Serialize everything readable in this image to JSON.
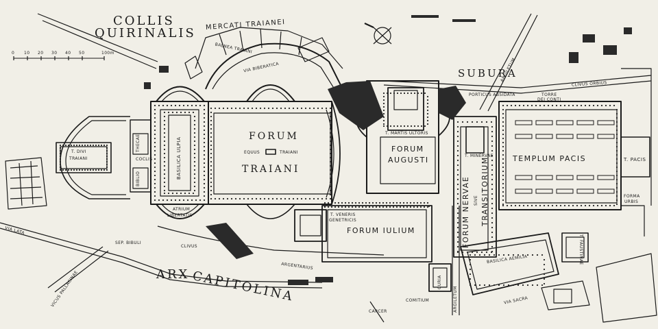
{
  "colors": {
    "paper": "#f1efe7",
    "ink": "#1a1a1a",
    "fill": "#2a2a2a"
  },
  "hills": {
    "quirinal_line1": "COLLIS",
    "quirinal_line2": "QUIRINALIS",
    "capitol_line1": "ARX",
    "capitol_line2": "CAPITOLINA"
  },
  "areas": {
    "subura": "SUBURA",
    "mercati": "MERCATI TRAIANEI",
    "forum_traiani_1": "FORUM",
    "forum_traiani_2": "TRAIANI",
    "equus": "EQUUS",
    "traiani_small": "TRAIANI",
    "forum_augusti_1": "FORUM",
    "forum_augusti_2": "AUGUSTI",
    "templum_pacis": "TEMPLUM PACIS",
    "forum_iulium": "FORUM IULIUM",
    "forum_nervae": "FORUM NERVAE",
    "sive": "SIVE",
    "transitorium": "TRANSITORIUM"
  },
  "buildings": {
    "t_divi_traiani_1": "T. DIVI",
    "t_divi_traiani_2": "TRAIANI",
    "basilica_ulpia": "BASILICA ULPIA",
    "bibliotheca_1": "BIBLIO",
    "bibliotheca_2": "THECAE",
    "coclis": "COCLIS",
    "atrium_1": "ATRIUM",
    "atrium_2": "LIBERTATIS",
    "t_martis": "T. MARTIS ULTORIS",
    "t_veneris_1": "T. VENERIS",
    "t_veneris_2": "GENETRICIS",
    "t_minervae": "T. MINERVAE",
    "t_pacis": "T. PACIS",
    "forma_urbis_1": "FORMA",
    "forma_urbis_2": "URBIS",
    "basilica_aemilia": "BASILICA AEMILIA",
    "curia": "CURIA",
    "carcer": "CARCER",
    "comitium": "COMITIUM",
    "porticus_absidata": "PORTICUS ABSIDATA",
    "torre_1": "TORRE",
    "torre_2": "DEI CONTI",
    "t_faustina": "T. FAUSTINAE",
    "bal_traiani": "BALNEA TRAIANI"
  },
  "streets": {
    "clivus_orbius": "CLIVUS ORBIUS",
    "argiletum_top": "ARGILETUM",
    "argiletum_bottom": "ARGILETUM",
    "via_biberatica": "VIA BIBERATICA",
    "via_lata": "VIA LATA",
    "sep_bibuli": "SEP. BIBULI",
    "clivus": "CLIVUS",
    "argentarius": "ARGENTARIUS",
    "vicus_pallacinae": "VICUS PALLACINAE",
    "via_sacra": "VIA SACRA"
  },
  "scale": {
    "ticks": [
      "0",
      "10",
      "20",
      "30",
      "40",
      "50"
    ],
    "end_label": "100m"
  }
}
